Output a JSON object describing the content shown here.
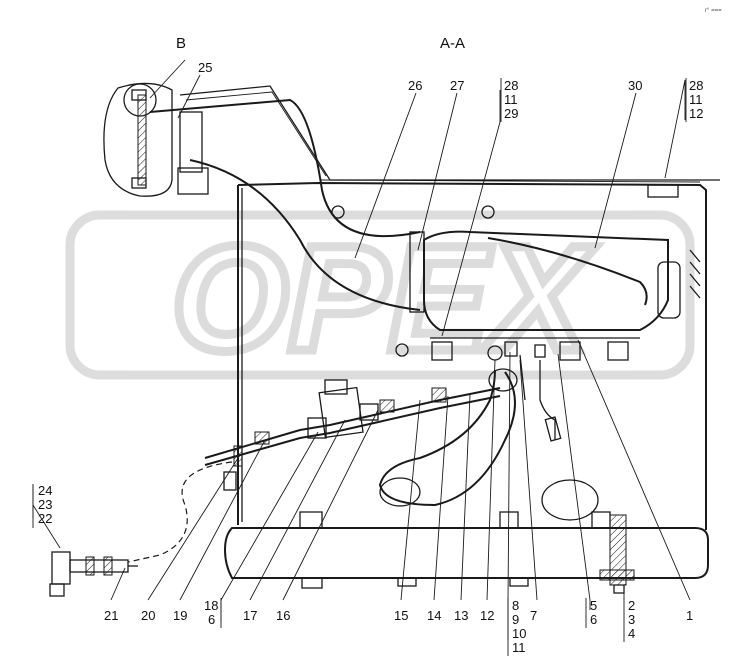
{
  "view_title": "A-A",
  "detail_label": "B",
  "corner_mark": "r° ===",
  "watermark_text": "OPEX",
  "colors": {
    "ink": "#1a1a1a",
    "watermark": "#d9d9d9",
    "background": "#ffffff"
  },
  "callouts": {
    "c1": "1",
    "c2": "2",
    "c3": "3",
    "c4": "4",
    "c5": "5",
    "c6": "6",
    "c6b": "6",
    "c7": "7",
    "c8": "8",
    "c9": "9",
    "c10": "10",
    "c11": "11",
    "c11b": "11",
    "c11c": "11",
    "c12": "12",
    "c12b": "12",
    "c13": "13",
    "c14": "14",
    "c15": "15",
    "c16": "16",
    "c17": "17",
    "c18": "18",
    "c19": "19",
    "c20": "20",
    "c21": "21",
    "c22": "22",
    "c23": "23",
    "c24": "24",
    "c25": "25",
    "c26": "26",
    "c27": "27",
    "c28": "28",
    "c28b": "28",
    "c29": "29",
    "c30": "30"
  }
}
